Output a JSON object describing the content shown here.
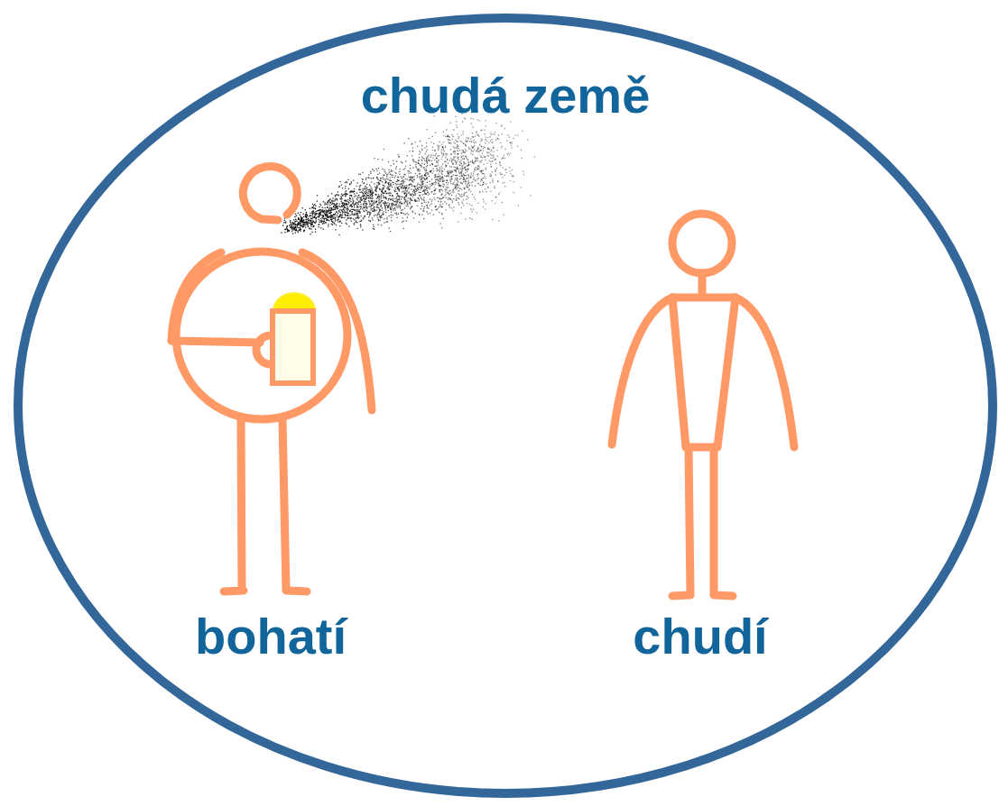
{
  "diagram": {
    "nodes": [
      {
        "text": [
          "chudá země"
        ]
      }
    ],
    "labels": [
      "bohatí",
      "chudí"
    ]
  }
}
